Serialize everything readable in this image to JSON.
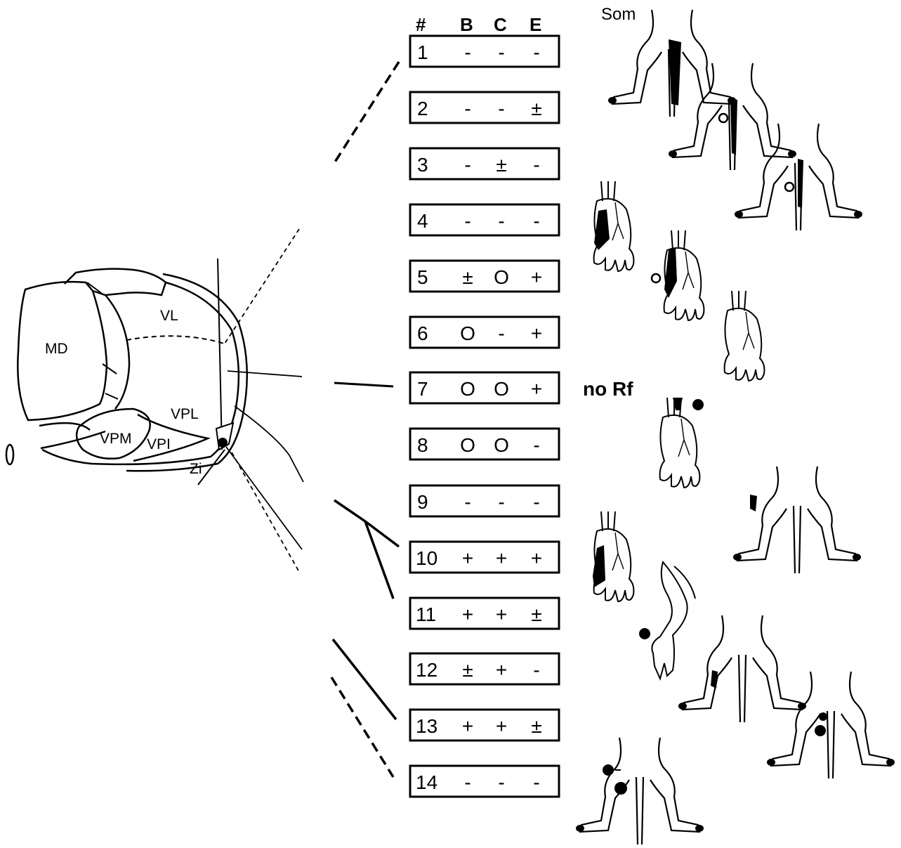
{
  "header": {
    "num": "#",
    "b": "B",
    "c": "C",
    "e": "E"
  },
  "rows": [
    {
      "n": "1",
      "b": "-",
      "c": "-",
      "e": "-"
    },
    {
      "n": "2",
      "b": "-",
      "c": "-",
      "e": "±"
    },
    {
      "n": "3",
      "b": "-",
      "c": "±",
      "e": "-"
    },
    {
      "n": "4",
      "b": "-",
      "c": "-",
      "e": "-"
    },
    {
      "n": "5",
      "b": "±",
      "c": "O",
      "e": "+"
    },
    {
      "n": "6",
      "b": "O",
      "c": "-",
      "e": "+"
    },
    {
      "n": "7",
      "b": "O",
      "c": "O",
      "e": "+"
    },
    {
      "n": "8",
      "b": "O",
      "c": "O",
      "e": "-"
    },
    {
      "n": "9",
      "b": "-",
      "c": "-",
      "e": "-"
    },
    {
      "n": "10",
      "b": "+",
      "c": "+",
      "e": "+"
    },
    {
      "n": "11",
      "b": "+",
      "c": "+",
      "e": "±"
    },
    {
      "n": "12",
      "b": "±",
      "c": "+",
      "e": "-"
    },
    {
      "n": "13",
      "b": "+",
      "c": "+",
      "e": "±"
    },
    {
      "n": "14",
      "b": "-",
      "c": "-",
      "e": "-"
    }
  ],
  "regions": {
    "md": "MD",
    "vl": "VL",
    "vpl": "VPL",
    "vpm": "VPM",
    "vpi": "VPI",
    "zi": "Zi"
  },
  "labels": {
    "som": "Som",
    "no_rf": "no Rf"
  }
}
